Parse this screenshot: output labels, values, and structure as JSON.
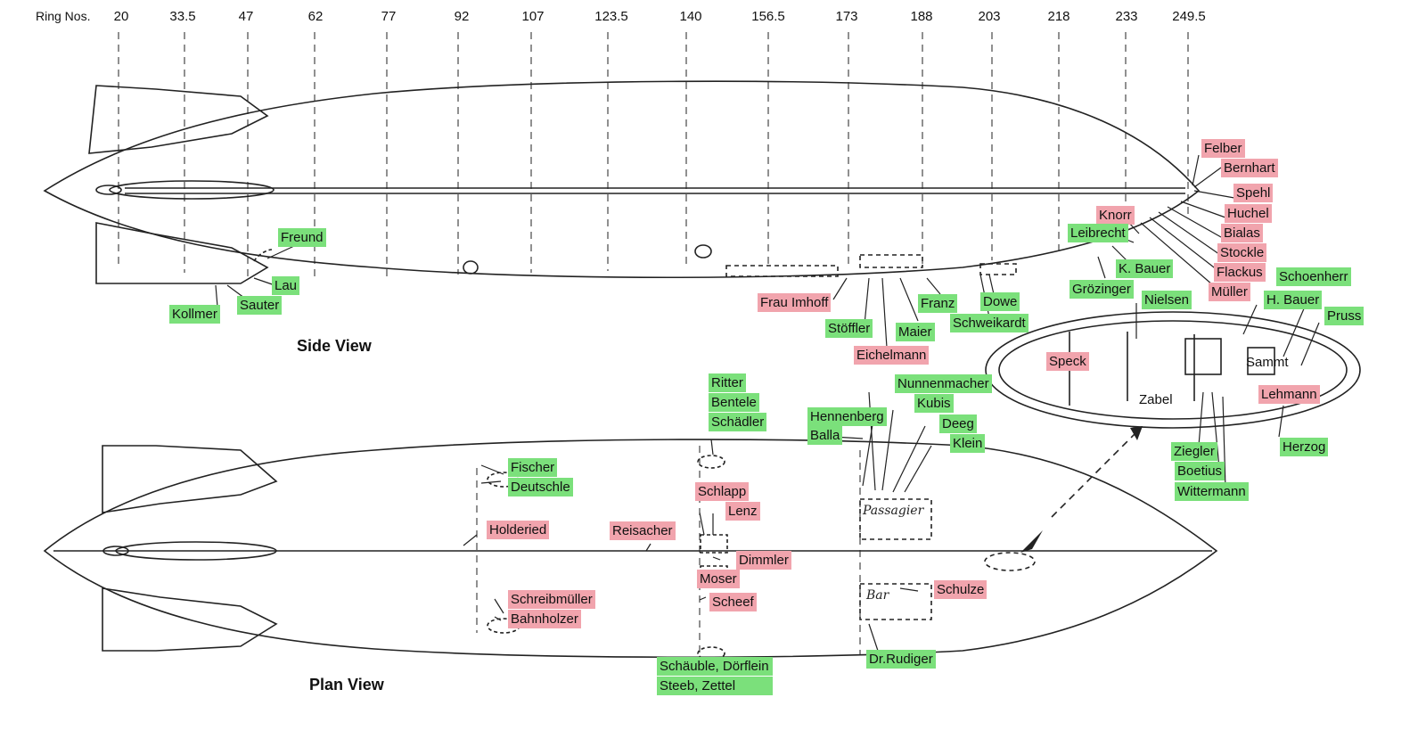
{
  "header_label": "Ring Nos.",
  "rings": [
    "20",
    "33.5",
    "47",
    "62",
    "77",
    "92",
    "107",
    "123.5",
    "140",
    "156.5",
    "173",
    "188",
    "203",
    "218",
    "233",
    "249.5"
  ],
  "views": {
    "side": "Side View",
    "plan": "Plan View"
  },
  "colors": {
    "survivor": "#7be07b",
    "victim": "#f1a4ad",
    "line": "#222222"
  },
  "inset_labels": {
    "sammt": "Sammt",
    "zabel": "Zabel"
  },
  "plan_labels": {
    "passagier": "Passagier",
    "bar": "Bar"
  },
  "people": {
    "felber": "Felber",
    "bernhart": "Bernhart",
    "spehl": "Spehl",
    "huchel": "Huchel",
    "bialas": "Bialas",
    "stockle": "Stockle",
    "flackus": "Flackus",
    "muller": "Müller",
    "knorr": "Knorr",
    "leibrecht": "Leibrecht",
    "k_bauer": "K. Bauer",
    "grozinger": "Grözinger",
    "freund": "Freund",
    "lau": "Lau",
    "sauter": "Sauter",
    "kollmer": "Kollmer",
    "frau_imhoff": "Frau Imhoff",
    "stoffler": "Stöffler",
    "maier": "Maier",
    "eichelmann": "Eichelmann",
    "franz": "Franz",
    "dowe": "Dowe",
    "schweikardt": "Schweikardt",
    "nielsen": "Nielsen",
    "schoenherr": "Schoenherr",
    "h_bauer": "H. Bauer",
    "pruss": "Pruss",
    "speck": "Speck",
    "lehmann": "Lehmann",
    "herzog": "Herzog",
    "ziegler": "Ziegler",
    "boetius": "Boetius",
    "wittermann": "Wittermann",
    "ritter": "Ritter",
    "bentele": "Bentele",
    "schadler": "Schädler",
    "nunnenmacher": "Nunnenmacher",
    "kubis": "Kubis",
    "deeg": "Deeg",
    "klein": "Klein",
    "hennenberg": "Hennenberg",
    "balla": "Balla",
    "fischer": "Fischer",
    "deutschle": "Deutschle",
    "holderied": "Holderied",
    "reisacher": "Reisacher",
    "schlapp": "Schlapp",
    "lenz": "Lenz",
    "dimmler": "Dimmler",
    "moser": "Moser",
    "scheef": "Scheef",
    "schreibmuller": "Schreibmüller",
    "bahnholzer": "Bahnholzer",
    "schulze": "Schulze",
    "dr_rudiger": "Dr.Rudiger",
    "schauble_dorflein": "Schäuble, Dörflein",
    "steeb_zettel": "Steeb, Zettel"
  }
}
